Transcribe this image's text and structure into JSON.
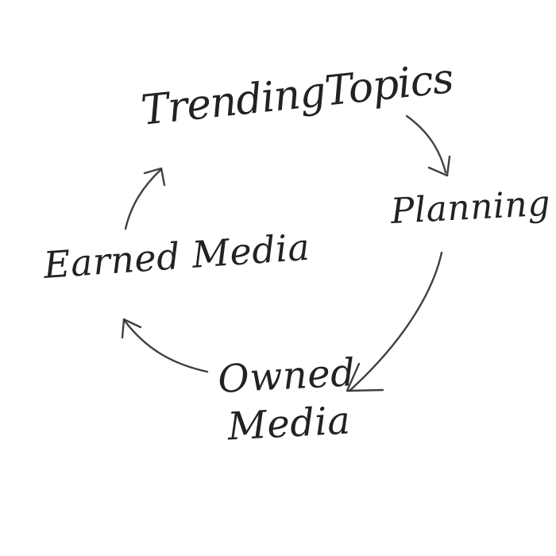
{
  "diagram": {
    "nodes": {
      "trending": "TrendingTopics",
      "planning": "Planning",
      "owned_line1": "Owned",
      "owned_line2": "Media",
      "earned": "Earned Media"
    },
    "edges": [
      {
        "from": "TrendingTopics",
        "to": "Planning"
      },
      {
        "from": "Planning",
        "to": "Owned Media"
      },
      {
        "from": "Owned Media",
        "to": "Earned Media"
      },
      {
        "from": "Earned Media",
        "to": "TrendingTopics"
      }
    ],
    "colors": {
      "ink": "#222222",
      "background": "#ffffff"
    }
  }
}
